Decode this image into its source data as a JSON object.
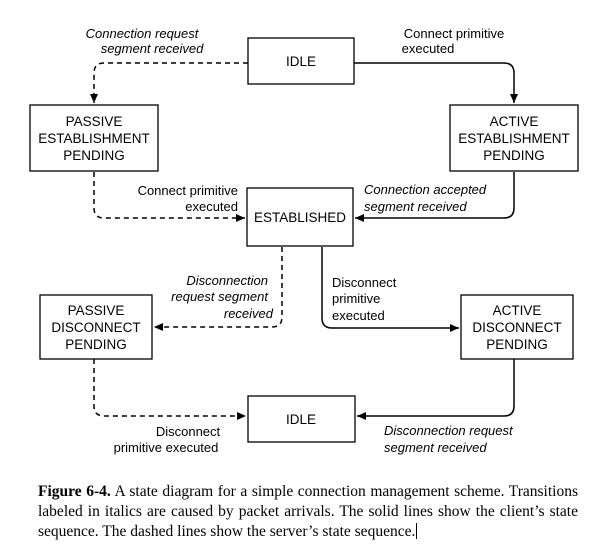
{
  "states": {
    "idle_top": [
      "IDLE"
    ],
    "passive_establishment": [
      "PASSIVE",
      "ESTABLISHMENT",
      "PENDING"
    ],
    "active_establishment": [
      "ACTIVE",
      "ESTABLISHMENT",
      "PENDING"
    ],
    "established": [
      "ESTABLISHED"
    ],
    "passive_disconnect": [
      "PASSIVE",
      "DISCONNECT",
      "PENDING"
    ],
    "active_disconnect": [
      "ACTIVE",
      "DISCONNECT",
      "PENDING"
    ],
    "idle_bottom": [
      "IDLE"
    ]
  },
  "transitions": {
    "connection_request": [
      "Connection request",
      "segment received"
    ],
    "connect_primitive_top": [
      "Connect primitive",
      "executed"
    ],
    "connect_primitive_mid": [
      "Connect primitive",
      "executed"
    ],
    "connection_accepted": [
      "Connection accepted",
      "segment received"
    ],
    "disconnection_request_segment": [
      "Disconnection",
      "request segment",
      "received"
    ],
    "disconnect_primitive": [
      "Disconnect",
      "primitive",
      "executed"
    ],
    "disconnect_primitive_executed": [
      "Disconnect",
      "primitive executed"
    ],
    "disconnection_request_bottom": [
      "Disconnection request",
      "segment received"
    ]
  },
  "caption": {
    "label": "Figure 6-4.",
    "text": " A state diagram for a simple connection management scheme. Transitions labeled in italics are caused by packet arrivals. The solid lines show the client’s state sequence. The dashed lines show the server’s state sequence."
  }
}
